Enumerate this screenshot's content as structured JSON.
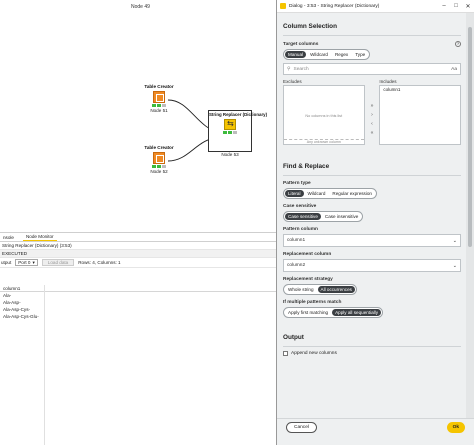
{
  "workflow": {
    "node_label_top": "Node 49",
    "nodes": [
      {
        "title": "Table Creator",
        "caption": "Node 51"
      },
      {
        "title": "Table Creator",
        "caption": "Node 52"
      },
      {
        "title": "String Replacer (Dictionary)",
        "caption": "Node 53"
      }
    ]
  },
  "monitor": {
    "tabs": [
      "nsole",
      "Node Monitor"
    ],
    "node_name": "String Replacer (Dictionary)  (3:53)",
    "status": "EXECUTED",
    "output_label": "utput",
    "port_select": "Port 0",
    "load_button": "Load data",
    "rows_info": "Rows: 4, Columns: 1",
    "column_header": "column1",
    "rows": [
      "Ala-",
      "Ala-Asp-",
      "Ala-Asp-Cys-",
      "Ala-Asp-Cys-Glu-"
    ]
  },
  "dialog": {
    "title": "Dialog - 3:53 - String Replacer (Dictionary)",
    "window_buttons": [
      "–",
      "□",
      "✕"
    ],
    "column_selection": {
      "heading": "Column Selection",
      "target_label": "Target columns",
      "modes": [
        "Manual",
        "Wildcard",
        "Regex",
        "Type"
      ],
      "search_placeholder": "Search",
      "case_toggle": "Aa",
      "excludes_label": "Excludes",
      "includes_label": "Includes",
      "excludes_empty": "No columns in this list",
      "any_unknown": "Any unknown column",
      "includes_items": [
        "column1"
      ],
      "arrows": [
        "»",
        "›",
        "‹",
        "«"
      ]
    },
    "find_replace": {
      "heading": "Find & Replace",
      "pattern_type_label": "Pattern type",
      "pattern_types": [
        "Literal",
        "Wildcard",
        "Regular expression"
      ],
      "case_label": "Case sensitive",
      "case_options": [
        "Case sensitive",
        "Case insensitive"
      ],
      "pattern_column_label": "Pattern column",
      "pattern_column_value": "column1",
      "replacement_column_label": "Replacement column",
      "replacement_column_value": "column2",
      "strategy_label": "Replacement strategy",
      "strategy_options": [
        "Whole string",
        "All occurrences"
      ],
      "multi_label": "If multiple patterns match",
      "multi_options": [
        "Apply first matching",
        "Apply all sequentially"
      ]
    },
    "output": {
      "heading": "Output",
      "append_label": "Append new columns"
    },
    "cancel_label": "Cancel",
    "ok_label": "Ok"
  },
  "colors": {
    "accent": "#f5c400",
    "toggle_active": "#3b3f43",
    "node_orange": "#f08a24",
    "status_green": "#3dbb3d"
  }
}
